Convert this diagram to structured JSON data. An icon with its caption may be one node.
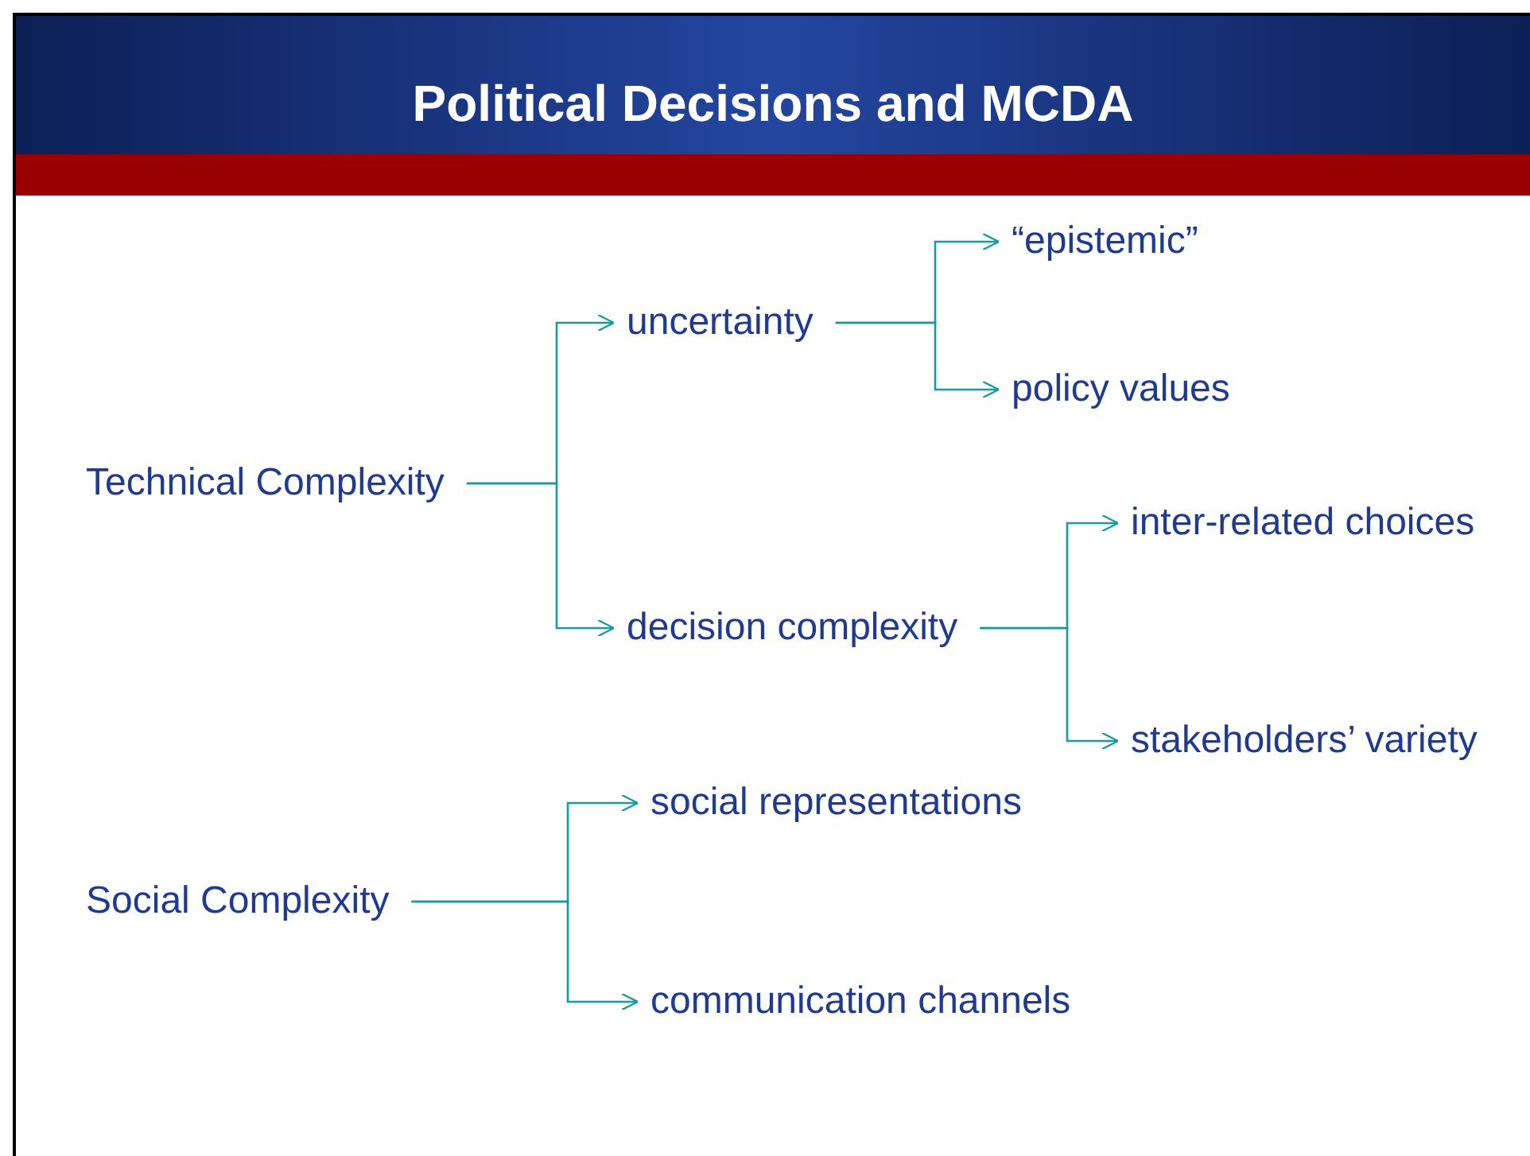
{
  "diagram": {
    "title": "Political Decisions and MCDA",
    "nodes": [
      {
        "text": [
          "Technical Complexity"
        ]
      },
      {
        "text": [
          "uncertainty"
        ]
      },
      {
        "text": [
          "“epistemic”"
        ]
      },
      {
        "text": [
          "policy values"
        ]
      },
      {
        "text": [
          "decision complexity"
        ]
      },
      {
        "text": [
          "inter-related choices"
        ]
      },
      {
        "text": [
          "stakeholders’ variety"
        ]
      },
      {
        "text": [
          "Social Complexity"
        ]
      },
      {
        "text": [
          "social representations"
        ]
      },
      {
        "text": [
          "communication channels"
        ]
      }
    ],
    "edges": [
      {
        "from": 0,
        "to": 1,
        "arrow": "to"
      },
      {
        "from": 0,
        "to": 4,
        "arrow": "to"
      },
      {
        "from": 1,
        "to": 2,
        "arrow": "to"
      },
      {
        "from": 1,
        "to": 3,
        "arrow": "to"
      },
      {
        "from": 4,
        "to": 5,
        "arrow": "to"
      },
      {
        "from": 4,
        "to": 6,
        "arrow": "to"
      },
      {
        "from": 7,
        "to": 8,
        "arrow": "to"
      },
      {
        "from": 7,
        "to": 9,
        "arrow": "to"
      }
    ]
  }
}
